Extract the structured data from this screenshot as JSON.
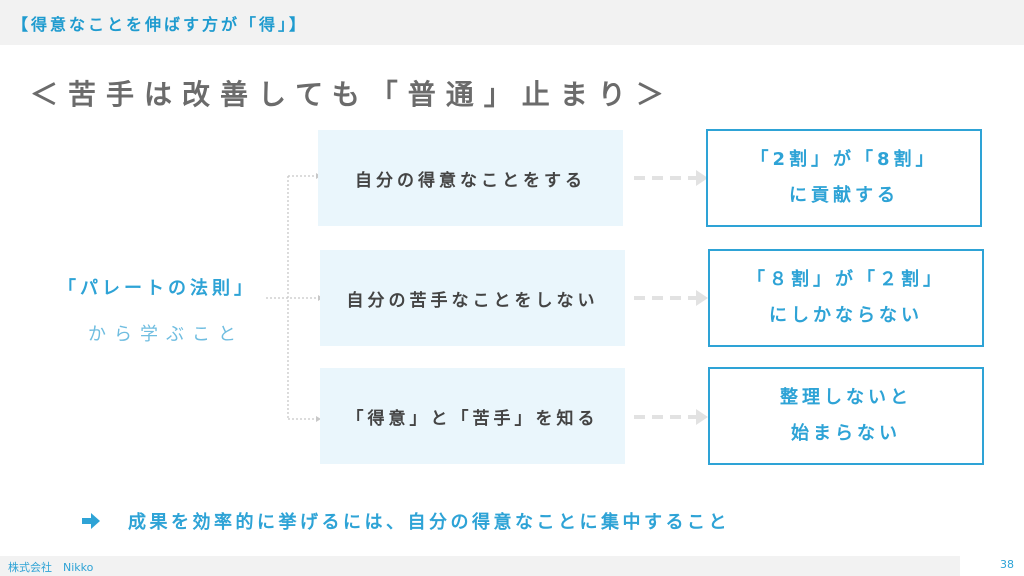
{
  "header": {
    "title": "【得意なことを伸ばす方が「得」】"
  },
  "slide": {
    "title": "＜苦手は改善しても「普通」止まり＞"
  },
  "left": {
    "title": "「パレートの法則」",
    "subtitle": "から学ぶこと"
  },
  "rows": [
    {
      "action": "自分の得意なことをする",
      "result": [
        "「2割」が「8割」",
        "に貢献する"
      ]
    },
    {
      "action": "自分の苦手なことをしない",
      "result": [
        "「８割」が「２割」",
        "にしかならない"
      ]
    },
    {
      "action": "「得意」と「苦手」を知る",
      "result": [
        "整理しないと",
        "始まらない"
      ]
    }
  ],
  "conclusion": {
    "icon": "right-arrow-icon",
    "text": "成果を効率的に挙げるには、自分の得意なことに集中すること"
  },
  "footer": {
    "company": "株式会社　Nikko",
    "page_number": "38"
  },
  "colors": {
    "accent": "#2ea3d6",
    "light_box": "#eaf6fc",
    "header_bg": "#f2f2f2"
  }
}
